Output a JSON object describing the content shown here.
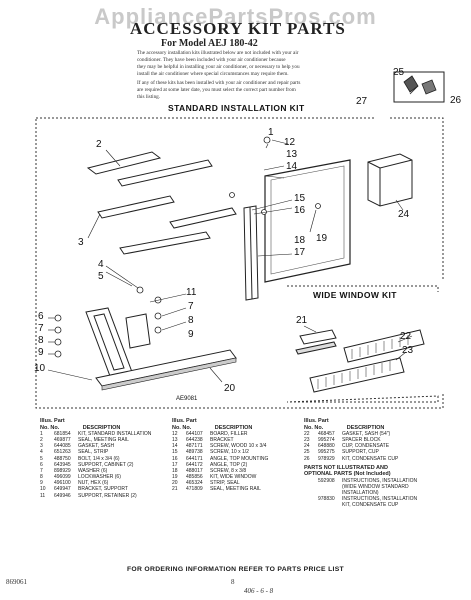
{
  "watermark": "AppliancePartsPros.com",
  "title": "ACCESSORY KIT PARTS",
  "subtitle": "For Model AEJ 180-42",
  "intro": [
    "The accessory installation kits illustrated below are not included with your air",
    "conditioner. They have been included with your air conditioner because",
    "they may be helpful in installing your air conditioner, or necessary to help you",
    "install the air conditioner where special circumstances may require them.",
    "If any of these kits has been installed with your air conditioner and repair parts",
    "are required at some later date, you must select the correct part number from",
    "this listing."
  ],
  "sections": {
    "standard": "STANDARD INSTALLATION KIT",
    "wide": "WIDE WINDOW KIT"
  },
  "callouts": {
    "standard": [
      "1",
      "2",
      "3",
      "4",
      "5",
      "6",
      "7",
      "8",
      "9",
      "10",
      "11",
      "12",
      "13",
      "14",
      "15",
      "16",
      "17",
      "18",
      "19",
      "20",
      "24"
    ],
    "wide": [
      "21",
      "22",
      "23"
    ],
    "cup": [
      "25",
      "26",
      "27"
    ]
  },
  "figure_code": "AE9081",
  "table": {
    "col1": {
      "headers": [
        "Illus. Part",
        "No.  No.",
        "DESCRIPTION"
      ],
      "rows": [
        [
          "1",
          "681854",
          "KIT, STANDARD INSTALLATION"
        ],
        [
          "2",
          "469877",
          "SEAL, MEETING RAIL"
        ],
        [
          "3",
          "644085",
          "GASKET, SASH"
        ],
        [
          "4",
          "651263",
          "SEAL, STRIP"
        ],
        [
          "5",
          "488750",
          "BOLT, 1/4 x 3/4 (6)"
        ],
        [
          "6",
          "643945",
          "SUPPORT, CABINET (2)"
        ],
        [
          "7",
          "898929",
          "WASHER (6)"
        ],
        [
          "8",
          "496099",
          "LOCKWASHER (6)"
        ],
        [
          "9",
          "496100",
          "NUT, HEX (6)"
        ],
        [
          "10",
          "649947",
          "BRACKET, SUPPORT"
        ],
        [
          "11",
          "649946",
          "SUPPORT, RETAINER (2)"
        ]
      ]
    },
    "col2": {
      "headers": [
        "Illus. Part",
        "No.  No.",
        "DESCRIPTION"
      ],
      "rows": [
        [
          "12",
          "644107",
          "BOARD, FILLER"
        ],
        [
          "13",
          "644238",
          "BRACKET"
        ],
        [
          "14",
          "487171",
          "SCREW, WOOD 10 x 3/4"
        ],
        [
          "15",
          "489738",
          "SCREW, 10 x 1/2"
        ],
        [
          "16",
          "644171",
          "ANGLE, TOP MOUNTING"
        ],
        [
          "17",
          "644172",
          "ANGLE, TOP (2)"
        ],
        [
          "18",
          "488017",
          "SCREW, 8 x 3/8"
        ],
        [
          "19",
          "485856",
          "KIT, WIDE WINDOW"
        ],
        [
          "20",
          "465324",
          "STRIP, SEAL"
        ],
        [
          "21",
          "471809",
          "SEAL, MEETING RAIL"
        ]
      ]
    },
    "col3": {
      "headers": [
        "Illus. Part",
        "No.  No.",
        "DESCRIPTION"
      ],
      "rows": [
        [
          "22",
          "468457",
          "GASKET, SASH (54\")"
        ],
        [
          "23",
          "995274",
          "SPACER BLOCK"
        ],
        [
          "24",
          "648880",
          "CUP, CONDENSATE"
        ],
        [
          "25",
          "995275",
          "SUPPORT, CUP"
        ],
        [
          "26",
          "978929",
          "KIT, CONDENSATE CUP"
        ]
      ],
      "note_heading": [
        "PARTS NOT ILLUSTRATED AND",
        "OPTIONAL PARTS (Not Included)"
      ],
      "note_rows": [
        [
          "",
          "592908",
          "INSTRUCTIONS, INSTALLATION"
        ],
        [
          "",
          "",
          "(WIDE WINDOW STANDARD"
        ],
        [
          "",
          "",
          "INSTALLATION)"
        ],
        [
          "",
          "978830",
          "INSTRUCTIONS, INSTALLATION"
        ],
        [
          "",
          "",
          "KIT, CONDENSATE CUP"
        ]
      ]
    }
  },
  "footer": "FOR ORDERING INFORMATION REFER TO PARTS PRICE LIST",
  "doc_code": "869061",
  "page_number": "8",
  "signature": "406 - 6 - 8"
}
